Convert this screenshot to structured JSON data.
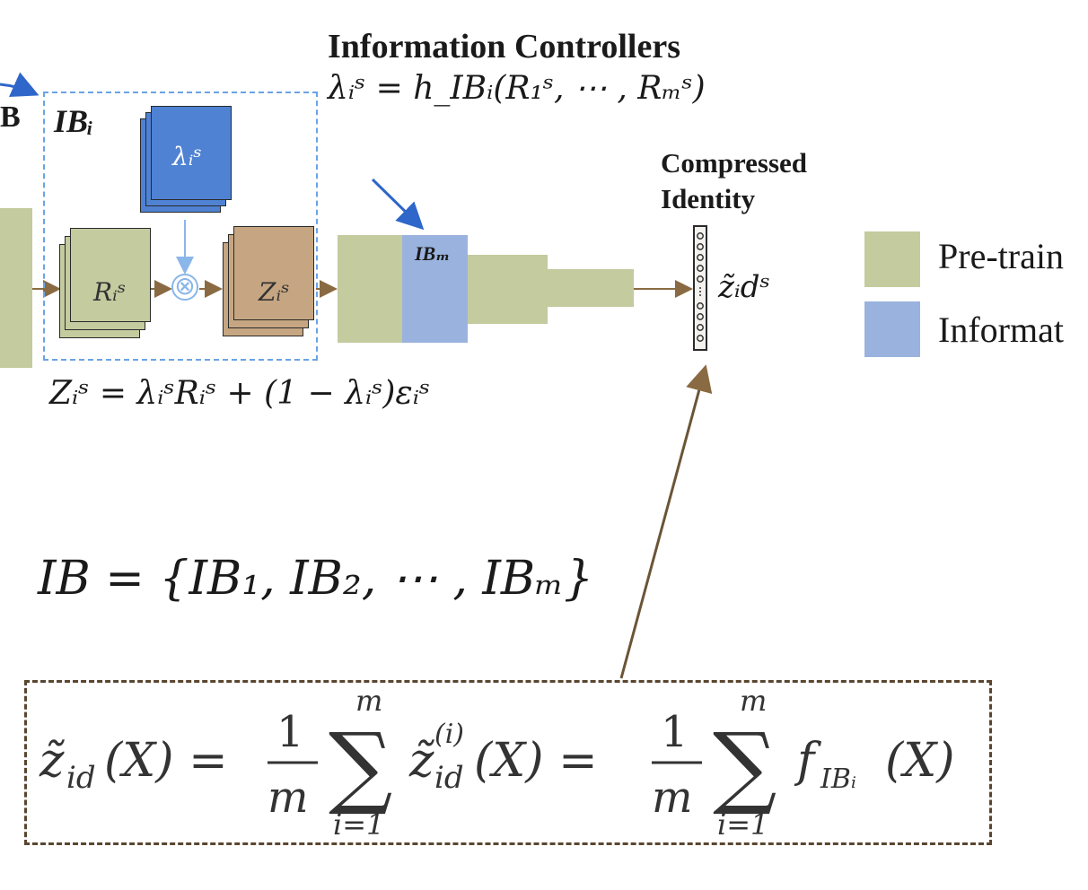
{
  "controllers": {
    "title": "Information Controllers",
    "equation": "λᵢˢ = h_IBᵢ(R₁ˢ, ⋯ , Rₘˢ)"
  },
  "ib_block": {
    "prev_label": "B",
    "label": "IBᵢ",
    "lambda_label": "λᵢˢ",
    "r_label": "Rᵢˢ",
    "z_label": "Zᵢˢ",
    "z_equation": "Zᵢˢ = λᵢˢRᵢˢ + (1 − λᵢˢ)εᵢˢ"
  },
  "network": {
    "ibm_label": "IBₘ"
  },
  "output": {
    "compressed_line1": "Compressed",
    "compressed_line2": "Identity",
    "zid_label": "z̃ᵢdˢ"
  },
  "legend": {
    "items": [
      {
        "label": "Pre-train",
        "color": "#c3cb9f"
      },
      {
        "label": "Informat",
        "color": "#9ab3de"
      }
    ]
  },
  "ib_set": "IB = {IB₁, IB₂, ⋯ , IBₘ}",
  "formula": {
    "lhs": "z̃",
    "lhs_sub": "id",
    "lhs_arg": "(X) =",
    "frac_num": "1",
    "frac_den": "m",
    "sum_top": "m",
    "sum_bottom": "i=1",
    "mid_term": "z̃",
    "mid_sup": "(i)",
    "mid_sub": "id",
    "mid_arg": "(X) =",
    "rhs_term": "f",
    "rhs_sub": "IBᵢ",
    "rhs_arg": "(X)"
  },
  "colors": {
    "pretrain": "#c3cb9f",
    "information": "#9ab3de",
    "arrow_blue": "#2f66c9",
    "arrow_brown": "#8a6a42"
  }
}
